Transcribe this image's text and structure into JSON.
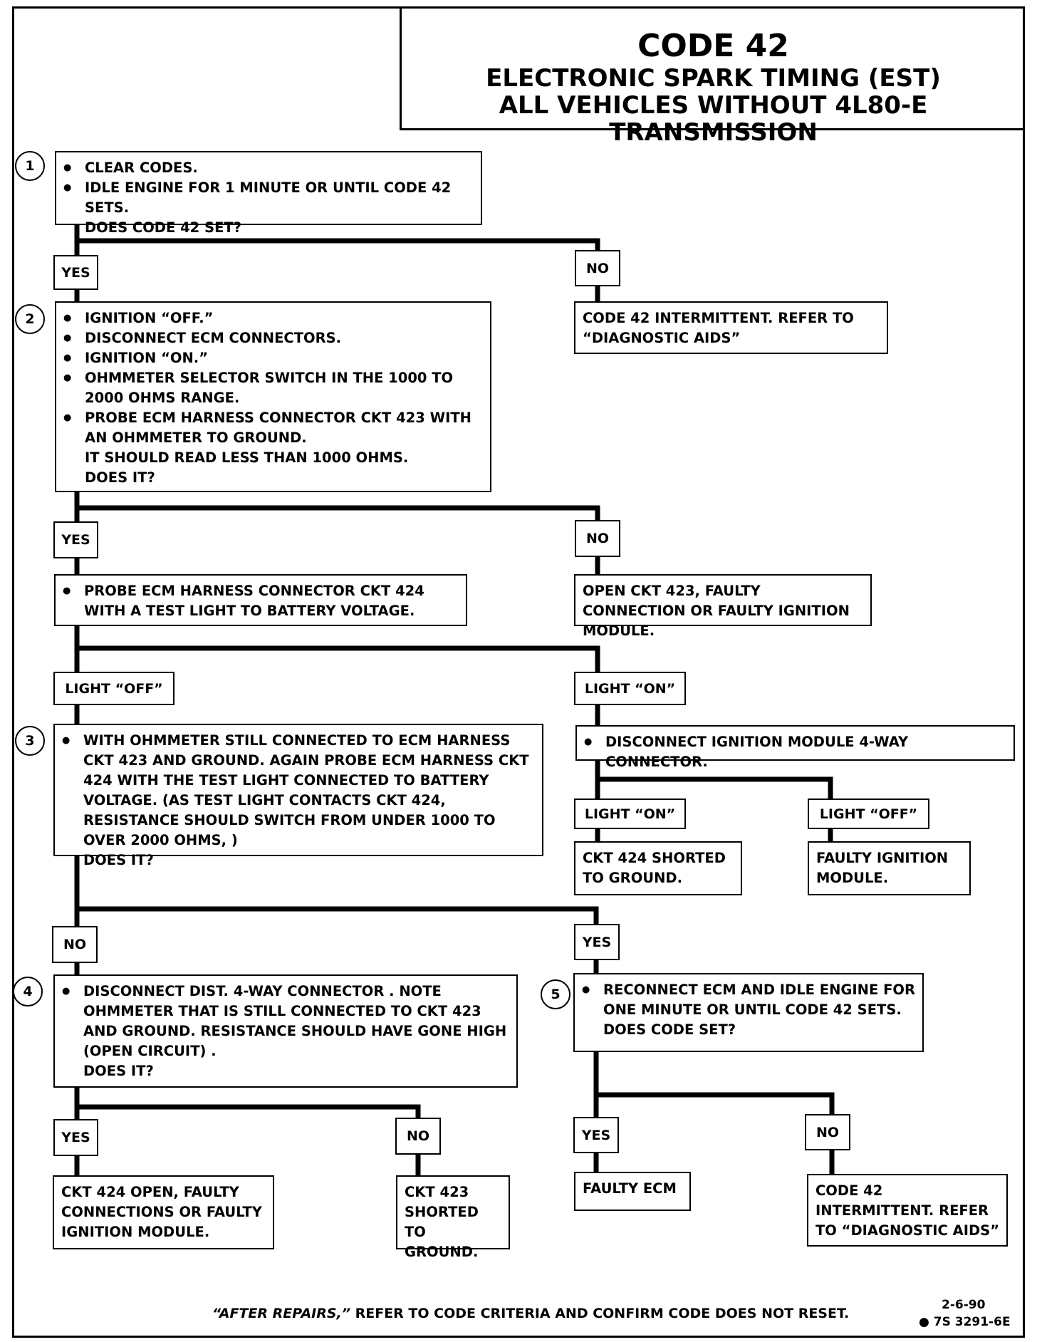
{
  "header": {
    "code": "CODE 42",
    "line1": "ELECTRONIC SPARK TIMING (EST)",
    "line2": "ALL VEHICLES WITHOUT 4L80-E TRANSMISSION"
  },
  "steps": {
    "s1": {
      "num": "1",
      "items": [
        "CLEAR CODES.",
        "IDLE ENGINE FOR 1 MINUTE OR UNTIL CODE 42 SETS.",
        "DOES CODE 42 SET?"
      ]
    },
    "s2": {
      "num": "2",
      "items": [
        "IGNITION “OFF.”",
        "DISCONNECT ECM CONNECTORS.",
        "IGNITION “ON.”",
        "OHMMETER SELECTOR SWITCH IN THE 1000 TO 2000 OHMS RANGE.",
        "PROBE ECM HARNESS CONNECTOR CKT 423 WITH AN OHMMETER TO GROUND.",
        "IT SHOULD READ LESS THAN 1000 OHMS.",
        "DOES IT?"
      ]
    },
    "s2b": {
      "items": [
        "PROBE ECM HARNESS CONNECTOR CKT 424 WITH A TEST LIGHT TO BATTERY VOLTAGE."
      ]
    },
    "s3": {
      "num": "3",
      "items": [
        "WITH OHMMETER STILL CONNECTED TO ECM HARNESS CKT 423 AND GROUND. AGAIN PROBE ECM HARNESS CKT 424 WITH THE TEST LIGHT CONNECTED TO BATTERY VOLTAGE. (AS TEST LIGHT CONTACTS CKT 424, RESISTANCE SHOULD SWITCH FROM UNDER 1000 TO OVER 2000 OHMS, )",
        "DOES IT?"
      ]
    },
    "s3r": {
      "items": [
        "DISCONNECT IGNITION MODULE 4-WAY CONNECTOR."
      ]
    },
    "s4": {
      "num": "4",
      "items": [
        "DISCONNECT DIST. 4-WAY CONNECTOR . NOTE OHMMETER THAT IS STILL CONNECTED TO CKT 423 AND GROUND. RESISTANCE SHOULD HAVE GONE HIGH (OPEN CIRCUIT) .",
        "DOES IT?"
      ]
    },
    "s5": {
      "num": "5",
      "items": [
        "RECONNECT ECM AND IDLE ENGINE FOR ONE MINUTE OR UNTIL CODE 42 SETS.",
        "DOES CODE SET?"
      ]
    }
  },
  "results": {
    "r1": "CODE 42 INTERMITTENT. REFER TO “DIAGNOSTIC AIDS”",
    "r2": "OPEN CKT 423, FAULTY CONNECTION OR FAULTY IGNITION MODULE.",
    "r3a": "CKT 424 SHORTED TO GROUND.",
    "r3b": "FAULTY IGNITION MODULE.",
    "r4a": "CKT 424 OPEN, FAULTY CONNECTIONS OR FAULTY IGNITION MODULE.",
    "r4b": "CKT 423 SHORTED TO GROUND.",
    "r5a": "FAULTY ECM",
    "r5b": "CODE 42 INTERMITTENT. REFER TO “DIAGNOSTIC AIDS”"
  },
  "labels": {
    "yes": "YES",
    "no": "NO",
    "light_off": "LIGHT “OFF”",
    "light_on": "LIGHT “ON”"
  },
  "footer": {
    "note_italic": "“AFTER REPAIRS,”",
    "note_rest": " REFER TO CODE CRITERIA AND CONFIRM CODE DOES NOT RESET.",
    "date": "2-6-90",
    "doc_id": "● 7S 3291-6E"
  }
}
